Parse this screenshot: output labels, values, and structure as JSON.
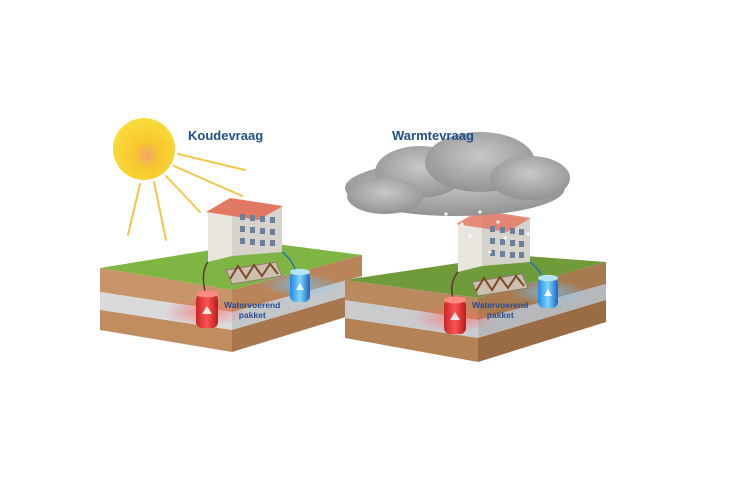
{
  "left_panel": {
    "title": "Koudevraag",
    "aquifer_line1": "Watervoerend",
    "aquifer_line2": "pakket"
  },
  "right_panel": {
    "title": "Warmtevraag",
    "aquifer_line1": "Watervoerend",
    "aquifer_line2": "pakket"
  },
  "colors": {
    "title_blue": "#1f4e8c",
    "grass": "#7cb342",
    "soil": "#c99a6a",
    "aquifer": "#cfd3d6",
    "warm_tank": "#e53935",
    "cold_tank": "#42a5f5",
    "sun": "#f7d21b",
    "cloud": "#9e9e9e"
  }
}
